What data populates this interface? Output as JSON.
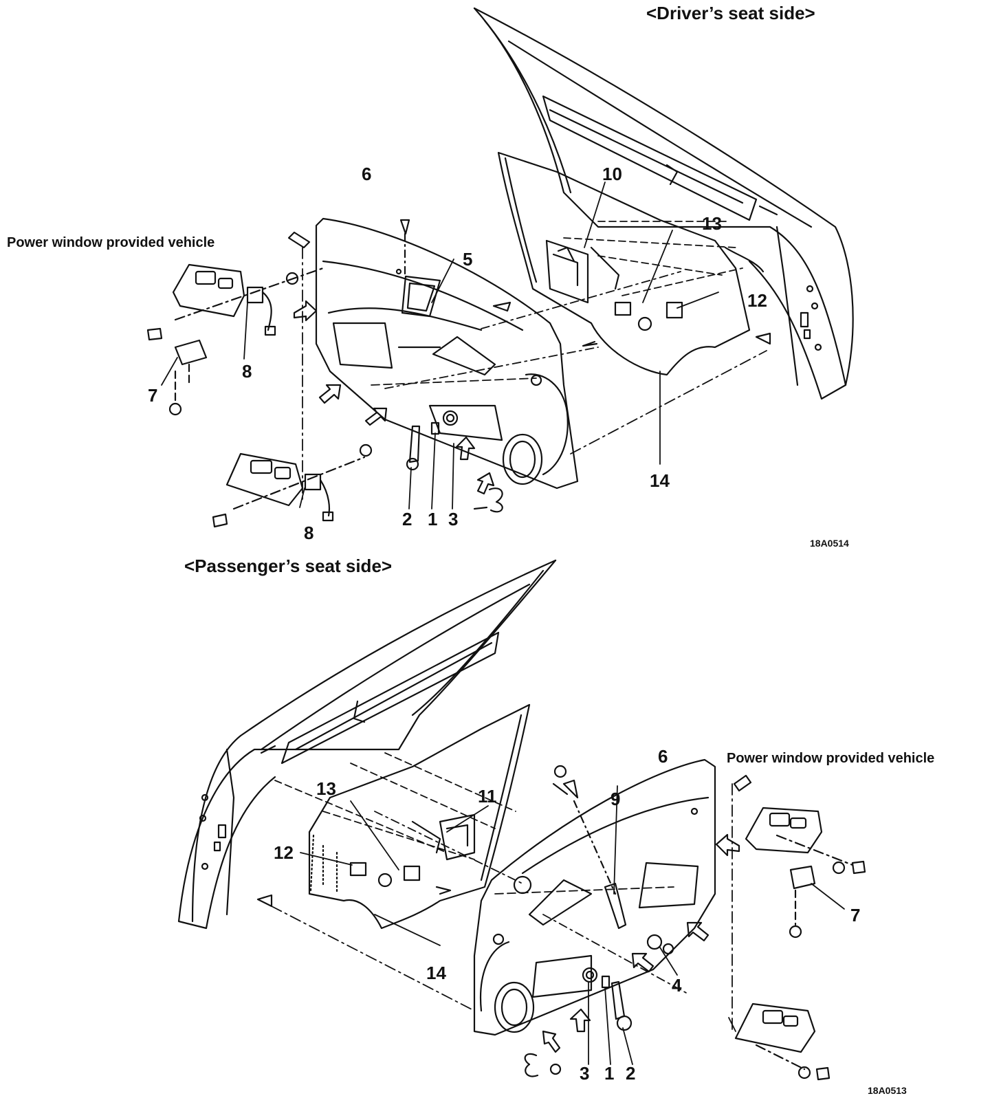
{
  "driver": {
    "title": "<Driver’s seat side>",
    "power_window_label": "Power window provided vehicle",
    "figure_code": "18A0514",
    "callouts": {
      "n6": "6",
      "n10": "10",
      "n13": "13",
      "n5": "5",
      "n12": "12",
      "n8a": "8",
      "n7": "7",
      "n8b": "8",
      "n2": "2",
      "n1": "1",
      "n3": "3",
      "n14": "14"
    }
  },
  "passenger": {
    "title": "<Passenger’s seat side>",
    "power_window_label": "Power window provided vehicle",
    "figure_code": "18A0513",
    "callouts": {
      "n6": "6",
      "n9": "9",
      "n11": "11",
      "n13": "13",
      "n12": "12",
      "n14": "14",
      "n7": "7",
      "n4": "4",
      "n3": "3",
      "n1": "1",
      "n2": "2"
    }
  }
}
